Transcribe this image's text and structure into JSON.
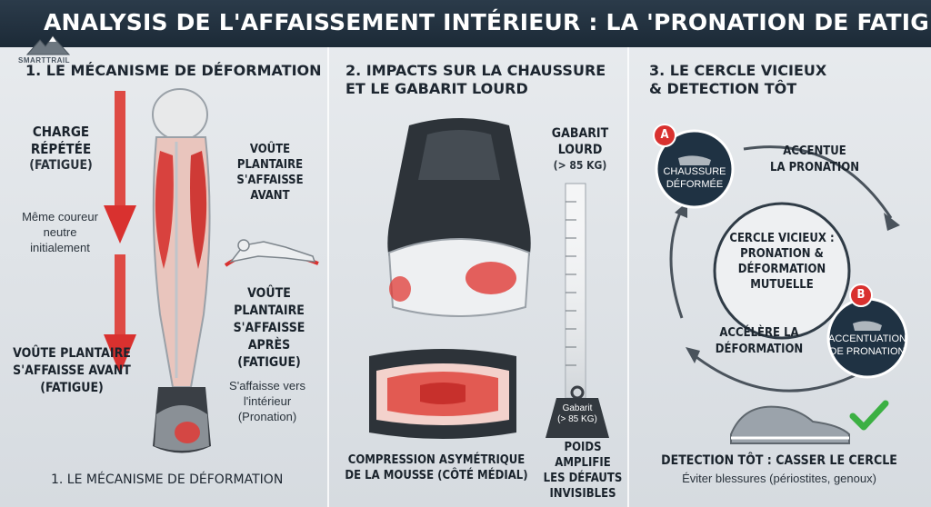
{
  "title": "ANALYSIS DE L'AFFAISSEMENT INTÉRIEUR : LA 'PRONATION DE FATIGUE'",
  "logo_text": "SMARTTRAIL",
  "panel1": {
    "heading": "1. LE MÉCANISME DE DÉFORMATION",
    "charge_line1": "CHARGE",
    "charge_line2": "RÉPÉTÉE",
    "charge_line3": "(FATIGUE)",
    "coureur_line1": "Même coureur",
    "coureur_line2": "neutre",
    "coureur_line3": "initialement",
    "voute_avant_top_1": "VOÛTE",
    "voute_avant_top_2": "PLANTAIRE",
    "voute_avant_top_3": "S'AFFAISSE",
    "voute_avant_top_4": "AVANT",
    "voute_apres_1": "VOÛTE PLANTAIRE",
    "voute_apres_2": "S'AFFAISSE APRÈS",
    "voute_apres_3": "(FATIGUE)",
    "voute_avant_low_1": "VOÛTE PLANTAIRE",
    "voute_avant_low_2": "S'AFFAISSE AVANT",
    "voute_avant_low_3": "(FATIGUE)",
    "interieur_1": "S'affaisse vers",
    "interieur_2": "l'intérieur",
    "interieur_3": "(Pronation)",
    "footer": "1. LE MÉCANISME DE DÉFORMATION"
  },
  "panel2": {
    "heading_line1": "2. IMPACTS SUR LA CHAUSSURE",
    "heading_line2": "ET LE GABARIT LOURD",
    "gabarit_1": "GABARIT",
    "gabarit_2": "LOURD",
    "gabarit_3": "(> 85 KG)",
    "weight_1": "Gabarit",
    "weight_2": "(> 85 KG)",
    "compression_1": "COMPRESSION ASYMÉTRIQUE",
    "compression_2": "DE LA MOUSSE (CÔTÉ MÉDIAL)",
    "poids_1": "POIDS AMPLIFIE",
    "poids_2": "LES DÉFAUTS",
    "poids_3": "INVISIBLES"
  },
  "panel3": {
    "heading_line1": "3. LE CERCLE VICIEUX",
    "heading_line2": "& DETECTION TÔT",
    "badge_a": "A",
    "badge_b": "B",
    "node_a_1": "CHAUSSURE",
    "node_a_2": "DÉFORMÉE",
    "accentue_1": "ACCENTUE",
    "accentue_2": "LA PRONATION",
    "center_1": "CERCLE VICIEUX :",
    "center_2": "PRONATION &",
    "center_3": "DÉFORMATION",
    "center_4": "MUTUELLE",
    "node_b_1": "ACCENTUATION",
    "node_b_2": "DE PRONATION",
    "accelere_1": "ACCÉLÈRE LA",
    "accelere_2": "DÉFORMATION",
    "detection": "DETECTION TÔT : CASSER LE CERCLE",
    "eviter": "Éviter blessures (périostites, genoux)"
  },
  "colors": {
    "title_bg": "#1c2a37",
    "accent_red": "#d9312f",
    "node_navy": "#1f3243",
    "check_green": "#3cb043"
  }
}
